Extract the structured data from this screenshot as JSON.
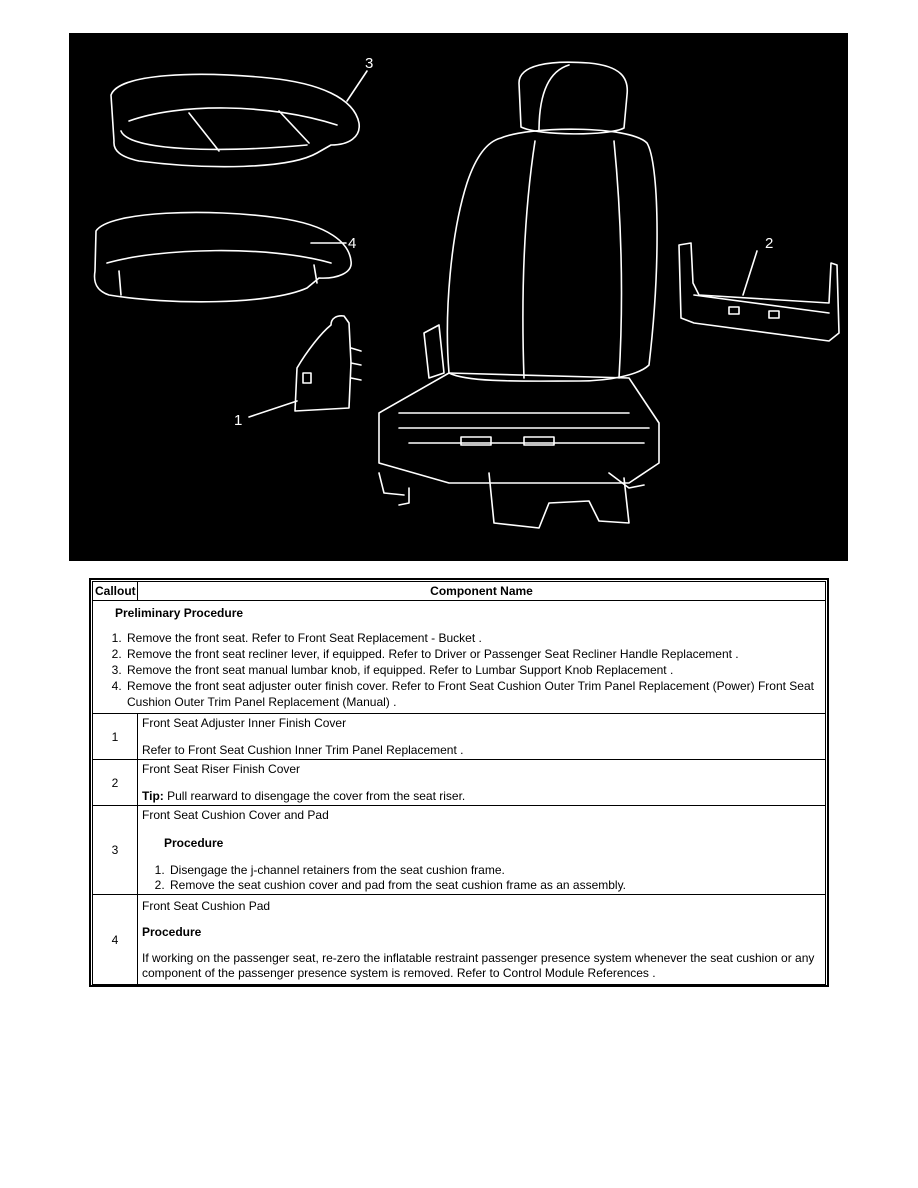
{
  "figure": {
    "callouts": [
      "1",
      "2",
      "3",
      "4"
    ]
  },
  "table": {
    "headers": {
      "callout": "Callout",
      "component": "Component Name"
    },
    "preliminary": {
      "title": "Preliminary Procedure",
      "steps": [
        "Remove the front seat. Refer to Front Seat Replacement - Bucket .",
        "Remove the front seat recliner lever, if equipped. Refer to Driver or Passenger Seat Recliner Handle Replacement .",
        "Remove the front seat manual lumbar knob, if equipped. Refer to Lumbar Support Knob Replacement .",
        "Remove the front seat adjuster outer finish cover. Refer to Front Seat Cushion Outer Trim Panel Replacement (Power) Front Seat Cushion Outer Trim Panel Replacement (Manual) ."
      ]
    },
    "rows": [
      {
        "num": "1",
        "name": "Front Seat Adjuster Inner Finish Cover",
        "note": "Refer to Front Seat Cushion Inner Trim Panel Replacement ."
      },
      {
        "num": "2",
        "name": "Front Seat Riser Finish Cover",
        "tip_label": "Tip:",
        "tip": " Pull rearward to disengage the cover from the seat riser."
      },
      {
        "num": "3",
        "name": "Front Seat Cushion Cover and Pad",
        "procedure_label": "Procedure",
        "steps": [
          "Disengage the j-channel retainers from the seat cushion frame.",
          "Remove the seat cushion cover and pad from the seat cushion frame as an assembly."
        ]
      },
      {
        "num": "4",
        "name": "Front Seat Cushion Pad",
        "procedure_label": "Procedure",
        "note": "If working on the passenger seat, re-zero the inflatable restraint passenger presence system whenever the seat cushion or any component of the passenger presence system is removed. Refer to Control Module References ."
      }
    ]
  }
}
